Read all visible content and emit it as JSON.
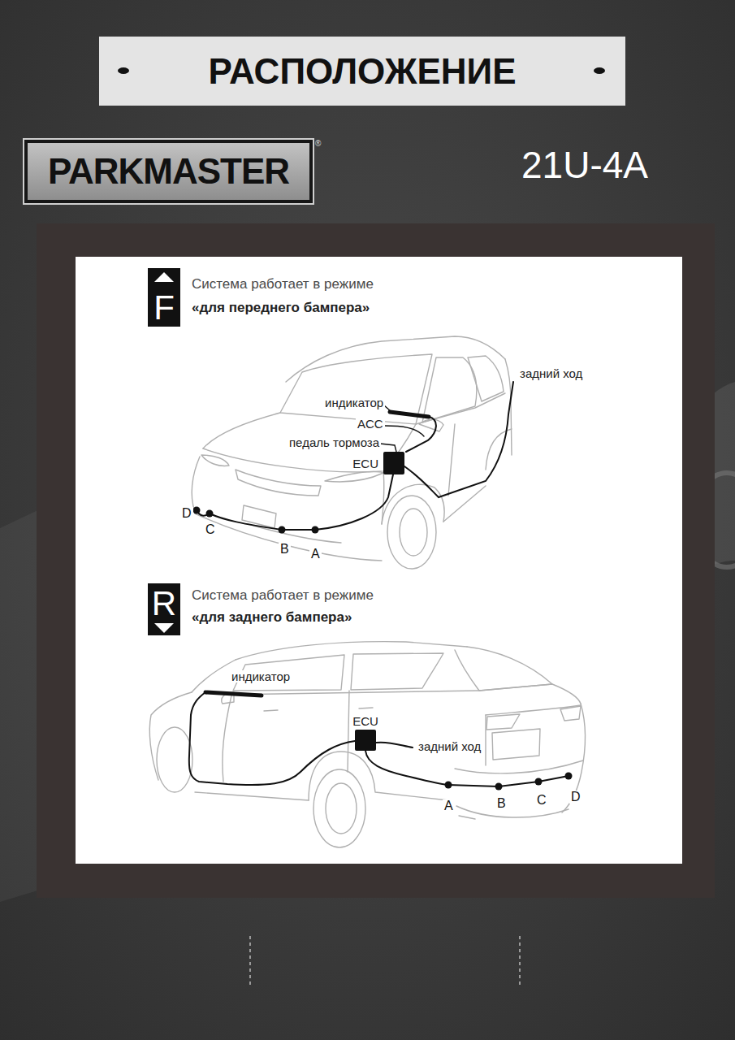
{
  "diagram": {
    "title": "РАСПОЛОЖЕНИЕ",
    "nodes": [
      {
        "text": [
          "PARKMASTER"
        ]
      },
      {
        "text": [
          "F"
        ]
      },
      {
        "text": [
          "ECU"
        ]
      },
      {
        "text": [
          "R"
        ]
      },
      {
        "text": [
          "ECU"
        ]
      }
    ],
    "labels": [
      "®",
      "21U-4A",
      "Система работает в режиме",
      "«для переднего бампера»",
      "задний ход",
      "индикатор",
      "ACC",
      "педаль тормоза",
      "D",
      "C",
      "B",
      "A",
      "Система работает в режиме",
      "«для заднего бампера»",
      "индикатор",
      "задний ход",
      "A",
      "B",
      "C",
      "D"
    ]
  }
}
